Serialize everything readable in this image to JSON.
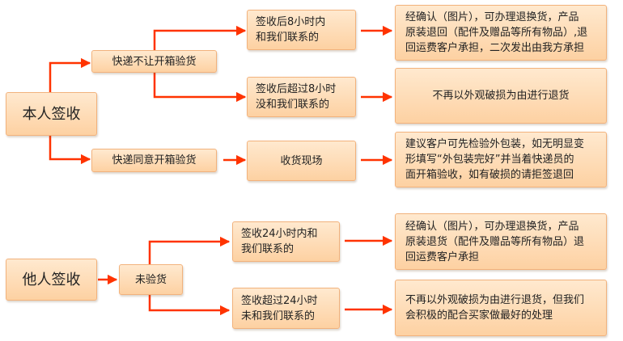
{
  "colors": {
    "arrow": "#ff3300",
    "box_border": "#f2b27c",
    "box_fill_top": "#ffe9cf",
    "box_fill_bottom": "#fdd1a2"
  },
  "self_sign": {
    "root": "本人签收",
    "no_unbox": "快递不让开箱验货",
    "allow_unbox": "快递同意开箱验货",
    "within8_line1": "签收后8小时内",
    "within8_line2": "和我们联系的",
    "over8_line1": "签收后超过8小时",
    "over8_line2": "没和我们联系的",
    "onsite": "收货现场",
    "result_within8": [
      "经确认（图片），可办理退换货，产品",
      "原装退回（配件及赠品等所有物品）,退",
      "回运费客户承担，二次发出由我方承担"
    ],
    "result_over8": "不再以外观破损为由进行退货",
    "result_onsite": [
      "建议客户可先检验外包装，如无明显变",
      "形填写“外包装完好”并当着快递员的",
      "面开箱验收，如有破损的请拒签退回"
    ]
  },
  "other_sign": {
    "root": "他人签收",
    "not_inspected": "未验货",
    "within24_line1": "签收24小时内和",
    "within24_line2": "我们联系的",
    "over24_line1": "签收超过24小时",
    "over24_line2": "未和我们联系的",
    "result_within24": [
      "经确认（图片），可办理退换货，产品",
      "原装退货（配件及赠品等所有物品）退",
      "回运费客户承担"
    ],
    "result_over24": [
      "不再以外观破损为由进行退货，但我们",
      "会积极的配合买家做最好的处理"
    ]
  }
}
